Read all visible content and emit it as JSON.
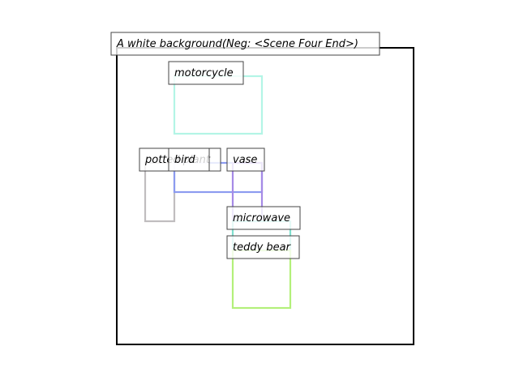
{
  "scene": {
    "caption": "A white background(Neg: <Scene Four End>)",
    "frame_color": "#000000"
  },
  "objects": [
    {
      "id": "motorcycle",
      "label": "motorcycle",
      "color": "#b3f5e6"
    },
    {
      "id": "potted-plant",
      "label": "potted plant",
      "color": "#c0bdbf"
    },
    {
      "id": "bird",
      "label": "bird",
      "color": "#8c9bf0"
    },
    {
      "id": "vase",
      "label": "vase",
      "color": "#a68ae6"
    },
    {
      "id": "microwave",
      "label": "microwave",
      "color": "#7fe0cf"
    },
    {
      "id": "teddy-bear",
      "label": "teddy bear",
      "color": "#b3f07a"
    }
  ]
}
